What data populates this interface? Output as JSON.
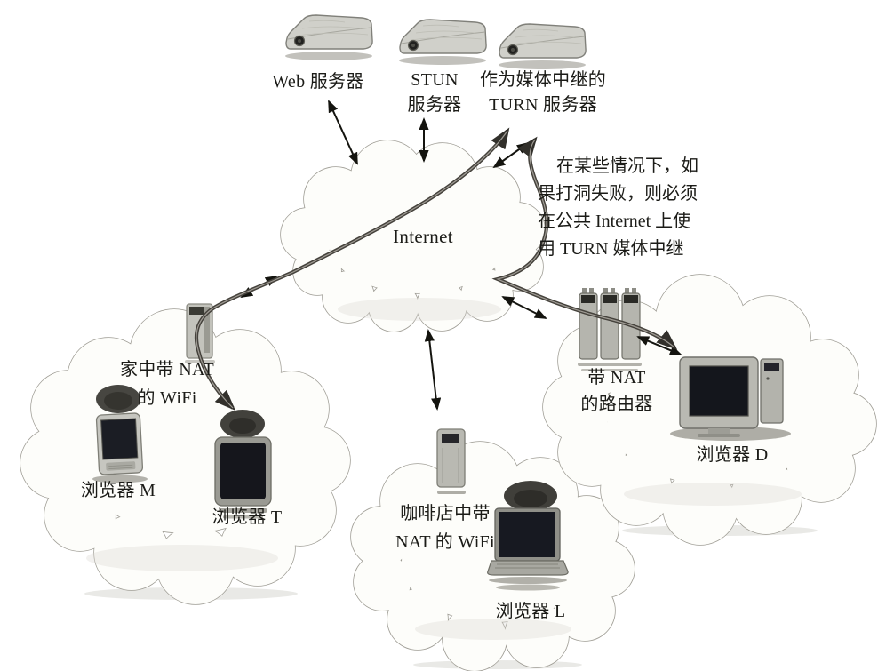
{
  "colors": {
    "ink": "#1b1b17",
    "arrow": "#14140f",
    "relay_line": "#45423c",
    "cloud_fill": "#fdfdfa",
    "cloud_stroke": "#9e9c94",
    "device_gray": "#c2c2bb",
    "screen_dark": "#171921"
  },
  "icons": {
    "server": "server-box-icon",
    "cloud": "network-cloud",
    "wifi_blob": "wifi-signal-icon",
    "smartphone": "smartphone-icon",
    "tablet": "tablet-icon",
    "laptop": "laptop-icon",
    "desktop": "desktop-computer-icon",
    "router": "nat-router-icon",
    "modem": "modem-icon",
    "double_arrow": "double-arrow-icon",
    "relay_path": "turn-relay-path"
  },
  "servers": [
    {
      "lines": [
        "Web 服务器"
      ]
    },
    {
      "lines": [
        "STUN",
        "服务器"
      ]
    },
    {
      "lines": [
        "作为媒体中继的",
        "TURN 服务器"
      ]
    }
  ],
  "internet": {
    "label": "Internet"
  },
  "note": {
    "lines": [
      "在某些情况下，如",
      "果打洞失败，则必须",
      "在公共 Internet 上使",
      "用 TURN 媒体中继"
    ]
  },
  "home": {
    "lines": [
      "家中带 NAT",
      "的 WiFi"
    ],
    "browser_m": "浏览器 M",
    "browser_t": "浏览器 T"
  },
  "coffee": {
    "lines": [
      "咖啡店中带",
      "NAT 的 WiFi"
    ],
    "browser_l": "浏览器 L"
  },
  "office": {
    "router_lines": [
      "带 NAT",
      "的路由器"
    ],
    "browser_d": "浏览器 D"
  }
}
